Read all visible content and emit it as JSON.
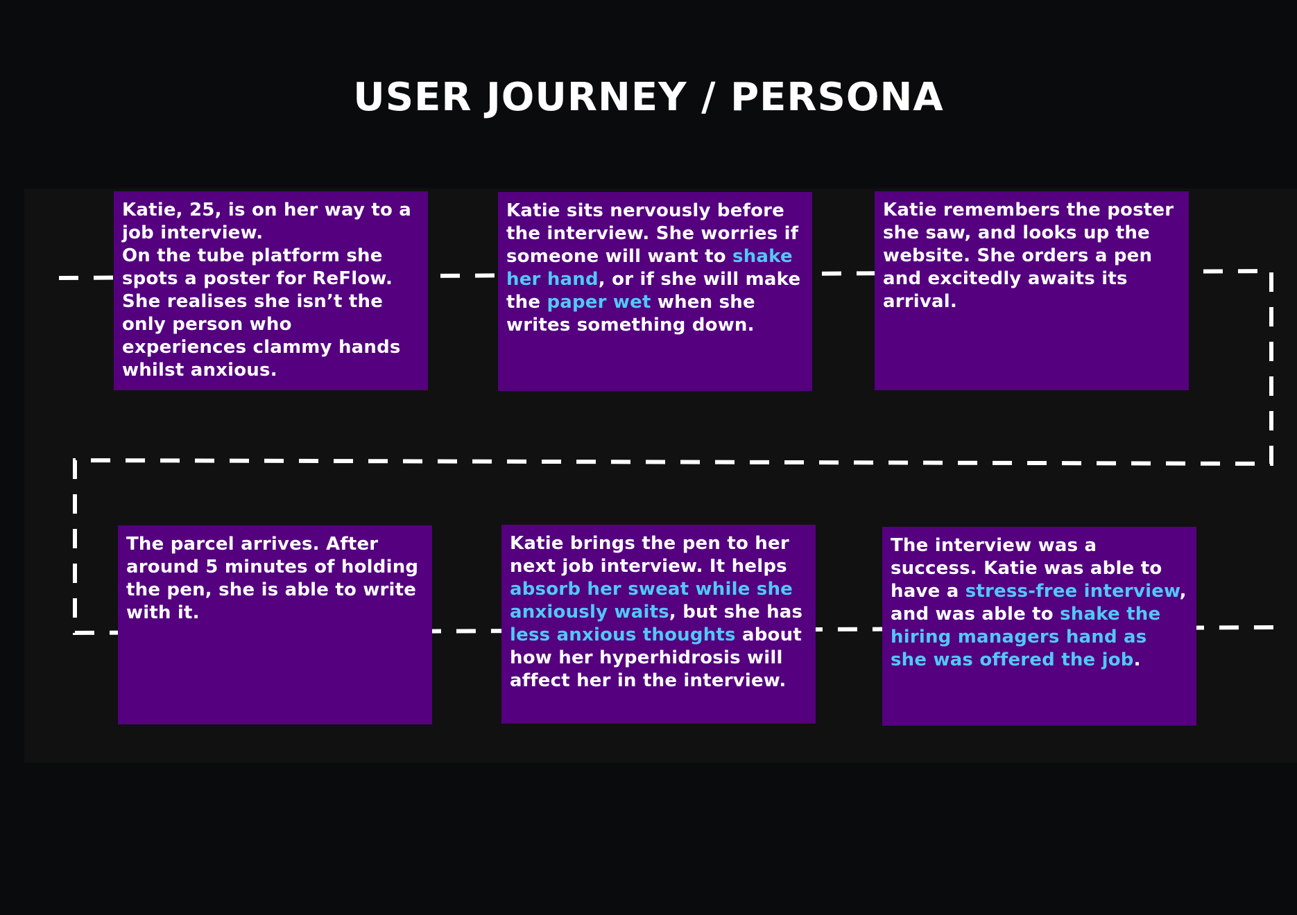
{
  "title": "USER JOURNEY / PERSONA",
  "colors": {
    "background": "#0a0b0c",
    "panel": "#111111",
    "card": "#54007f",
    "text": "#ffffff",
    "highlight": "#52c8f8",
    "connector": "#ffffff"
  },
  "steps": [
    {
      "segments": [
        {
          "text": "Katie, 25, is on her way to a job interview.\nOn the tube platform she spots a poster for ReFlow. She realises she isn’t the only person who experiences clammy hands whilst anxious.",
          "highlight": false
        }
      ]
    },
    {
      "segments": [
        {
          "text": "Katie sits nervously before the interview. She worries if someone will want to ",
          "highlight": false
        },
        {
          "text": "shake her hand",
          "highlight": true
        },
        {
          "text": ", or if she will make the ",
          "highlight": false
        },
        {
          "text": "paper wet",
          "highlight": true
        },
        {
          "text": " when she writes something down.",
          "highlight": false
        }
      ]
    },
    {
      "segments": [
        {
          "text": "Katie remembers the poster she saw, and looks up the website. She orders a pen and excitedly awaits its arrival.",
          "highlight": false
        }
      ]
    },
    {
      "segments": [
        {
          "text": "The parcel arrives. After around 5 minutes of holding the pen, she is able to write with it.",
          "highlight": false
        }
      ]
    },
    {
      "segments": [
        {
          "text": "Katie brings the pen to her next job interview. It helps ",
          "highlight": false
        },
        {
          "text": "absorb her sweat while she anxiously waits",
          "highlight": true
        },
        {
          "text": ", but she has ",
          "highlight": false
        },
        {
          "text": "less anxious thoughts",
          "highlight": true
        },
        {
          "text": " about how her hyperhidrosis will affect her in the interview.",
          "highlight": false
        }
      ]
    },
    {
      "segments": [
        {
          "text": "The interview was a success. Katie was able to have a ",
          "highlight": false
        },
        {
          "text": "stress-free interview",
          "highlight": true
        },
        {
          "text": ", and was able to ",
          "highlight": false
        },
        {
          "text": "shake the hiring managers hand as she was offered the job",
          "highlight": true
        },
        {
          "text": ".",
          "highlight": false
        }
      ]
    }
  ]
}
